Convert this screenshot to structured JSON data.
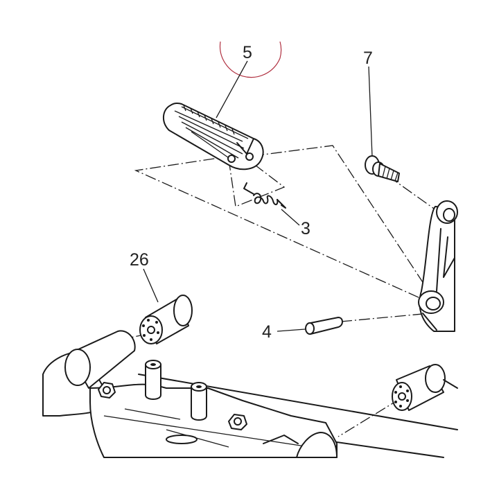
{
  "callouts": {
    "footpeg": "5",
    "spring": "3",
    "bolt": "7",
    "pin": "4",
    "bush": "26"
  },
  "colors": {
    "line": "#1a1a1a",
    "highlight_circle": "#b03040",
    "background": "#ffffff"
  }
}
